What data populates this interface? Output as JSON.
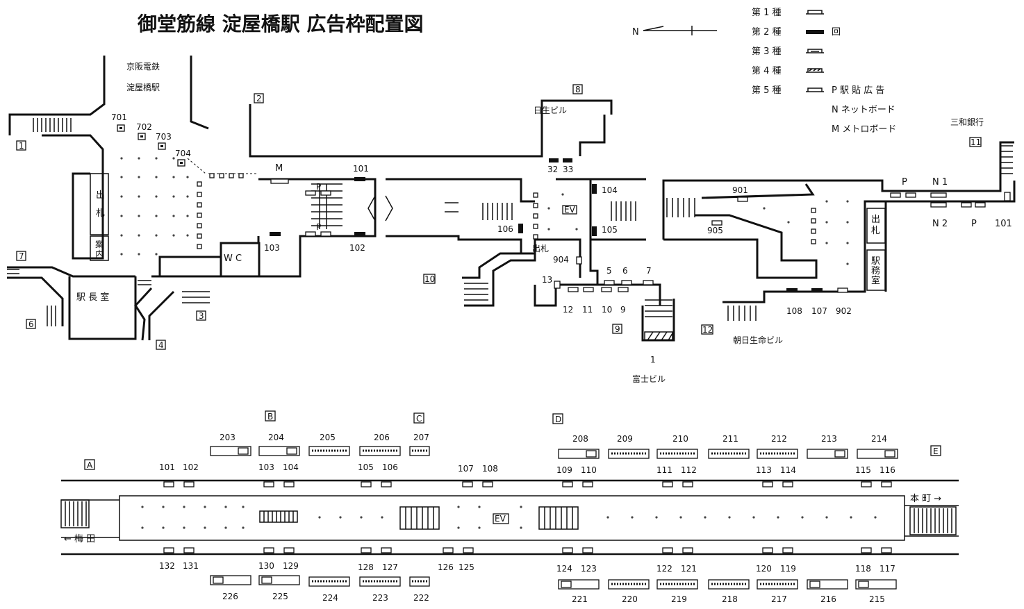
{
  "title": "御堂筋線  淀屋橋駅  広告枠配置図",
  "north_label": "N",
  "legend": [
    {
      "label": "第 1 種",
      "extra": ""
    },
    {
      "label": "第 2 種",
      "extra": "回"
    },
    {
      "label": "第 3 種",
      "extra": ""
    },
    {
      "label": "第 4 種",
      "extra": ""
    },
    {
      "label": "第 5 種",
      "extra": "P  駅 貼 広 告"
    },
    {
      "label": "",
      "extra": "N  ネットボード"
    },
    {
      "label": "",
      "extra": "M  メトロボード"
    }
  ],
  "upper": {
    "places": {
      "keihan": "京阪電鉄",
      "keihan_station": "淀屋橋駅",
      "nissei": "日生ビル",
      "sanwa": "三和銀行",
      "asahi": "朝日生命ビル",
      "fuji": "富士ビル"
    },
    "rooms": {
      "ticket1": "出\n札",
      "info": "案\n内",
      "wc": "W  C",
      "station_master": "駅 長 室",
      "ticket2": "出\n札",
      "ticket3": "出\n札",
      "office": "駅\n務\n室",
      "ev": "EV"
    },
    "exits": [
      "1",
      "2",
      "3",
      "4",
      "6",
      "7",
      "8",
      "9",
      "10",
      "11",
      "12"
    ],
    "labels": [
      "701",
      "702",
      "703",
      "704",
      "M",
      "101",
      "P",
      "P",
      "103",
      "102",
      "32",
      "33",
      "104",
      "105",
      "106",
      "904",
      "13",
      "5",
      "6",
      "7",
      "12",
      "11",
      "10",
      "9",
      "1",
      "901",
      "905",
      "P",
      "N 1",
      "N 2",
      "P",
      "101",
      "108",
      "107",
      "902"
    ]
  },
  "lower": {
    "section_labels": [
      "A",
      "B",
      "C",
      "D",
      "E"
    ],
    "top_boards": [
      "203",
      "204",
      "205",
      "206",
      "207",
      "208",
      "209",
      "210",
      "211",
      "212",
      "213",
      "214"
    ],
    "top_numbers": [
      "101",
      "102",
      "103",
      "104",
      "105",
      "106",
      "107",
      "108",
      "109",
      "110",
      "111",
      "112",
      "113",
      "114",
      "115",
      "116"
    ],
    "bottom_numbers": [
      "132",
      "131",
      "130",
      "129",
      "128",
      "127",
      "126",
      "125",
      "124",
      "123",
      "122",
      "121",
      "120",
      "119",
      "118",
      "117"
    ],
    "bottom_boards": [
      "226",
      "225",
      "224",
      "223",
      "222",
      "221",
      "220",
      "219",
      "218",
      "217",
      "216",
      "215"
    ],
    "to_umeda": "← 梅 田",
    "to_honmachi": "本 町 →",
    "ev": "EV"
  }
}
